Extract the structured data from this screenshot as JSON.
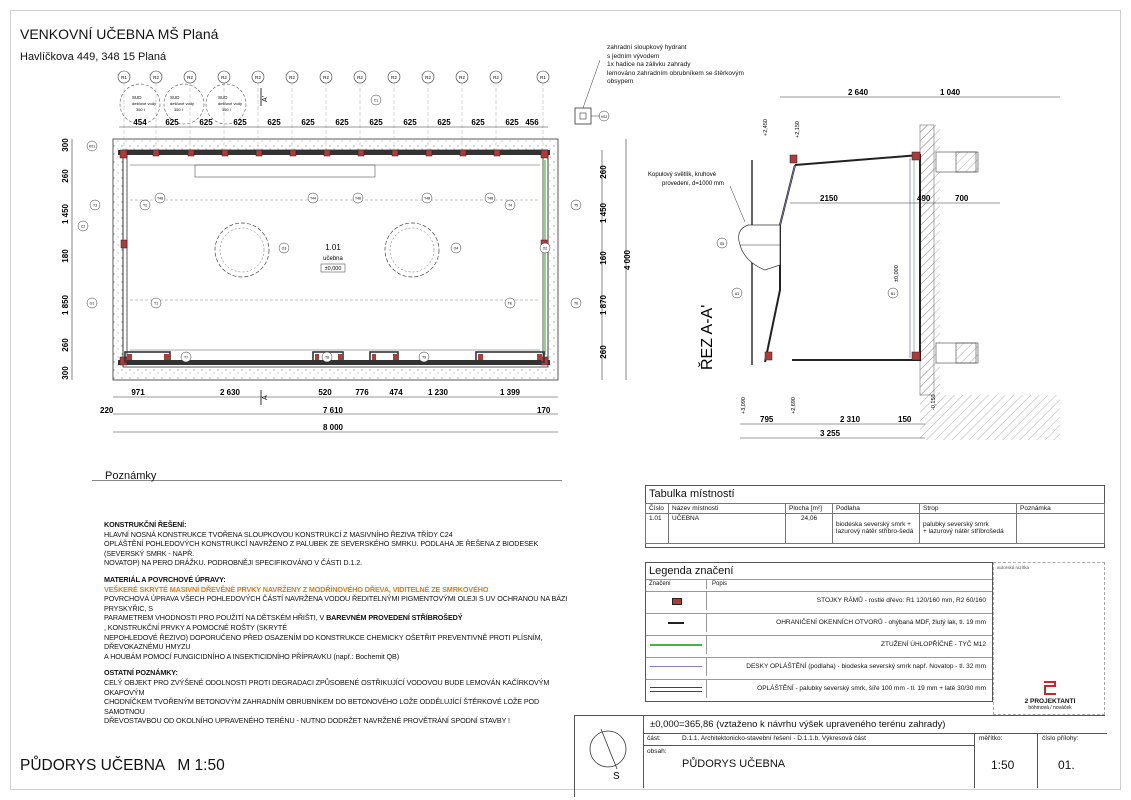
{
  "header": {
    "title": "VENKOVNÍ UČEBNA MŠ Planá",
    "address": "Havlíčkova 449, 348 15 Planá"
  },
  "plan": {
    "axis_top": [
      "R1",
      "R2",
      "R2",
      "R2",
      "R2",
      "R2",
      "R2",
      "R2",
      "R2",
      "R2",
      "R2",
      "R2",
      "R1"
    ],
    "sud_labels": [
      "SUD",
      "SUD",
      "SUD"
    ],
    "sud_sub": [
      "dešťové vody",
      "dešťové vody",
      "dešťové vody"
    ],
    "sud_vol": [
      "350 l",
      "350 l",
      "350 l"
    ],
    "dims_top": [
      "454",
      "625",
      "625",
      "625",
      "625",
      "625",
      "625",
      "625",
      "625",
      "625",
      "625",
      "625",
      "456"
    ],
    "dims_left": [
      "300",
      "260",
      "1 450",
      "180",
      "1 850",
      "260",
      "300"
    ],
    "dims_right": [
      "260",
      "1 450",
      "160",
      "1 870",
      "260"
    ],
    "dim_right_total": "4 000",
    "dims_bottom_row1": [
      "971",
      "2 630",
      "520",
      "776",
      "474",
      "1 230",
      "1 399"
    ],
    "dim_bottom_220": "220",
    "dim_bottom_7610": "7 610",
    "dim_bottom_170": "170",
    "dim_bottom_total": "8 000",
    "room_no": "1.01",
    "room_name": "učebna",
    "room_level": "±0,000",
    "section_mark_top": "A'",
    "section_mark_bottom": "A",
    "tags": [
      "K01",
      "T3",
      "T2",
      "C2",
      "O1",
      "T1",
      "T7",
      "T8",
      "T9",
      "TE",
      "T4",
      "T5",
      "T6",
      "O2",
      "O3",
      "O4",
      "O5",
      "O6",
      "T48",
      "T44",
      "T48",
      "T48",
      "T48",
      "C1",
      "V02"
    ],
    "hydrant_note": [
      "zahradní sloupkový hydrant",
      "s jedním vývodem",
      "1x hadice na zálivku zahrady",
      "lemováno zahradním obrubníkem se štěrkovým",
      "obsypem"
    ]
  },
  "section": {
    "title": "ŘEZ A-A'",
    "dims_top": [
      "2 640",
      "1 040"
    ],
    "dims_mid": [
      "2150",
      "490",
      "700"
    ],
    "dims_bottom": [
      "795",
      "2 310",
      "150"
    ],
    "dim_bottom_total": "3 255",
    "levels": [
      "+2,450",
      "+2,150",
      "+3,090",
      "+2,690",
      "-0,150",
      "±0,000"
    ],
    "skylight_note": [
      "Kopulový světlík, kruhové",
      "provedení, d=1000 mm"
    ],
    "tags": [
      "S5",
      "A1",
      "B1"
    ]
  },
  "notes": {
    "title": "Poznámky",
    "s1_head": "KONSTRUKČNÍ ŘEŠENÍ:",
    "s1_lines": [
      "HLAVNÍ NOSNÁ KONSTRUKCE TVOŘENA SLOUPKOVOU KONSTRUKCÍ Z MASIVNÍHO ŘEZIVA TŘÍDY C24",
      "OPLÁŠTĚNÍ POHLEDOVÝCH KONSTRUKCÍ NAVRŽENO Z PALUBEK ZE SEVERSKÉHO SMRKU. PODLAHA JE ŘEŠENA Z BIODESEK (SEVERSKÝ SMRK - NAPŘ.",
      "NOVATOP) NA PERO DRÁŽKU. PODROBNĚJI SPECIFIKOVÁNO V ČÁSTI D.1.2."
    ],
    "s2_head": "MATERIÁL A POVRCHOVÉ ÚPRAVY:",
    "s2_highlight": "VEŠKERÉ SKRYTÉ MASIVNÍ DŘEVĚNÉ PRVKY NAVRŽENY Z MODŘÍNOVÉHO DŘEVA, VIDITELNÉ ZE SMRKOVÉHO",
    "s2_line1": "POVRCHOVÁ ÚPRAVA VŠECH POHLEDOVÝCH ČÁSTÍ NAVRŽENA VODOU ŘEDITELNÝMI PIGMENTOVÝMI OLEJI S UV OCHRANOU NA BÁZI PRYSKYŘIC, S",
    "s2_line2a": "PARAMETREM VHODNOSTI PRO POUŽITÍ NA DĚTSKÉM HŘIŠTI, V ",
    "s2_line2b": "BAREVNÉM PROVEDENÍ STŘÍBROŠEDÝ",
    "s2_line3": ", KONSTRUKČNÍ PRVKY A POMOCNÉ ROŠTY (SKRYTÉ",
    "s2_line4": "NEPOHLEDOVÉ ŘEZIVO) DOPORUČENO PŘED OSAZENÍM DO KONSTRUKCE CHEMICKY OŠETŘIT PREVENTIVNĚ PROTI PLÍSNÍM, DŘEVOKAZNÉMU HMYZU",
    "s2_line5": "A HOUBÁM POMOCÍ FUNGICIDNÍHO A INSEKTICIDNÍHO PŘÍPRAVKU (např.: Bochemit QB)",
    "s3_head": "OSTATNÍ POZNÁMKY:",
    "s3_lines": [
      "CELÝ OBJEKT PRO ZVÝŠENÉ ODOLNOSTI PROTI DEGRADACI ZPŮSOBENÉ OSTŘIKUJÍCÍ VODOVOU BUDE LEMOVÁN KAČÍRKOVÝM OKAPOVÝM",
      "CHODNÍČKEM TVOŘENÝM BETONOVÝM ZAHRADNÍM OBRUBNÍKEM DO BETONOVÉHO LOŽE ODDĚLUJÍCÍ ŠTĚRKOVÉ LOŽE POD SAMOTNOU",
      "DŘEVOSTAVBOU OD OKOLNÍHO UPRAVENÉHO TERÉNU - NUTNO DODRŽET NAVRŽENÉ PROVĚTRÁNÍ SPODNÍ STAVBY !"
    ]
  },
  "rooms_table": {
    "title": "Tabulka místností",
    "headers": [
      "Číslo",
      "Název místnosti",
      "Plocha [m²]",
      "Podlaha",
      "Strop",
      "Poznámka"
    ],
    "rows": [
      {
        "cislo": "1.01",
        "nazev": "UČEBNA",
        "plocha": "24,06",
        "podlaha": [
          "biodeska severský smrk +",
          "lazurový nátěr stříbro-šedá"
        ],
        "strop": [
          "palubky severský smrk",
          "+ lazurový nátěr stříbrošedá"
        ],
        "poznamka": ""
      }
    ]
  },
  "legend": {
    "title": "Legenda značení",
    "col_symbol": "Značení",
    "col_desc": "Popis",
    "items": [
      "STOJKY RÁMŮ - rostlé dřevo: R1 120/160 mm, R2 60/160",
      "OHRANIČENÍ OKENNÍCH OTVORŮ - ohýbaná MDF, žlutý lak, tl. 19 mm",
      "ZTUŽENÍ ÚHLOPŘÍČNÉ - TYČ M12",
      "DESKY OPLÁŠTĚNÍ (podlaha) - biodeska severský smrk např. Novatop - tl. 32 mm",
      "OPLÁŠTĚNÍ - palubky severský smrk, šíře 100 mm - tl. 19 mm + latě 30/30 mm"
    ],
    "colors": {
      "post": "#b03a3a",
      "green": "#44b544",
      "purple": "#8a7cc4"
    }
  },
  "stamp": {
    "label": "autorská razítka",
    "company": "2 PROJEKTANTI",
    "company_sub": "böhmová / nováček",
    "brand_color": "#c4282a"
  },
  "titleblock": {
    "level_note": "±0,000=365,86 (vztaženo k návrhu výšek upraveného terénu zahrady)",
    "part_label": "část:",
    "part_value": "D.1.1. Architektonicko-stavební řešení - D.1.1.b. Výkresová část",
    "content_label": "obsah:",
    "content_value": "PŮDORYS UČEBNA",
    "scale_label": "měřítko:",
    "scale_value": "1:50",
    "attach_label": "číslo přílohy:",
    "attach_value": "01.",
    "north": "S"
  },
  "footer_title": "PŮDORYS UČEBNA   M 1:50"
}
